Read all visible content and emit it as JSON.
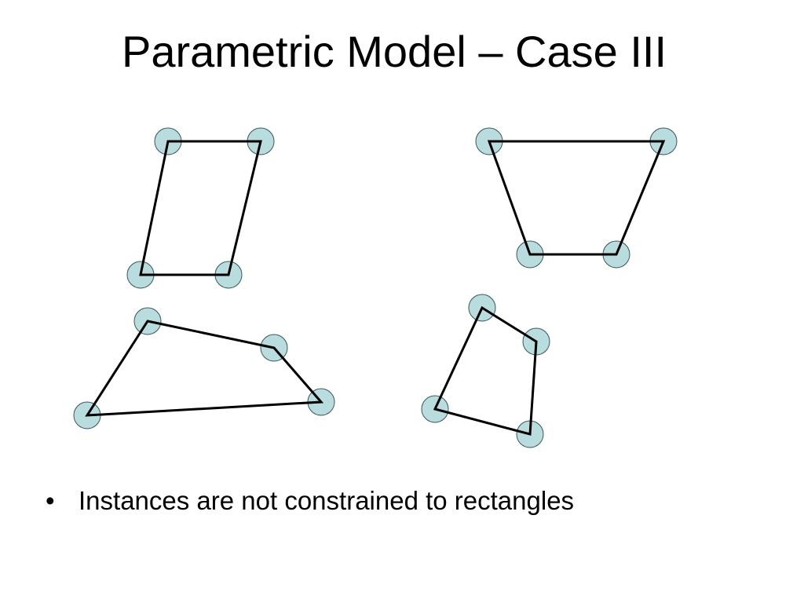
{
  "slide": {
    "title": "Parametric Model – Case III",
    "bullets": [
      {
        "marker": "•",
        "text": "Instances are not constrained to rectangles"
      }
    ]
  },
  "diagram": {
    "colors": {
      "node_fill": "#b9dcdf",
      "node_stroke": "#3a5558",
      "edge_stroke": "#000000"
    },
    "shapes": [
      {
        "id": "parallelogram"
      },
      {
        "id": "trapezoid"
      },
      {
        "id": "irregular-quadrilateral-left"
      },
      {
        "id": "irregular-quadrilateral-right"
      }
    ]
  }
}
